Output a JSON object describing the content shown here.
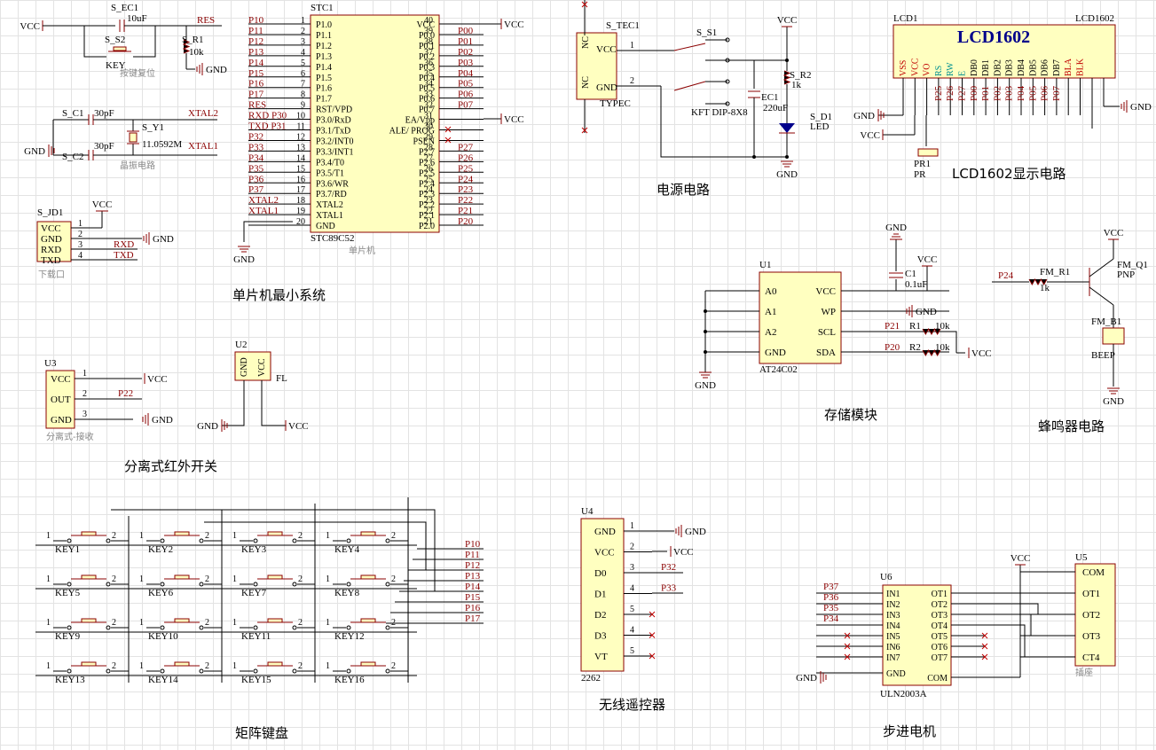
{
  "sections": {
    "mcu": "单片机最小系统",
    "power": "电源电路",
    "lcd": "LCD1602显示电路",
    "storage": "存储模块",
    "buzzer": "蜂鸣器电路",
    "ir": "分离式红外开关",
    "keypad": "矩阵键盘",
    "remote": "无线遥控器",
    "stepper": "步进电机"
  },
  "nets": {
    "vcc": "VCC",
    "gnd": "GND",
    "res": "RES",
    "xtal1": "XTAL1",
    "xtal2": "XTAL2",
    "rxd": "RXD",
    "txd": "TXD"
  },
  "reset": {
    "ec1": "S_EC1",
    "ec1_val": "10uF",
    "s2": "S_S2",
    "key": "KEY",
    "r1": "S_R1",
    "r1_val": "10k",
    "comment": "按键复位"
  },
  "crystal": {
    "c1": "S_C1",
    "c2": "S_C2",
    "cval": "30pF",
    "y1": "S_Y1",
    "yval": "11.0592M",
    "comment": "晶振电路"
  },
  "header": {
    "name": "S_JD1",
    "pins": [
      "VCC",
      "GND",
      "RXD",
      "TXD"
    ],
    "nums": [
      "1",
      "2",
      "3",
      "4"
    ],
    "comment": "下载口"
  },
  "mcu": {
    "name": "STC1",
    "part": "STC89C52",
    "comment": "单片机",
    "left_pins": [
      "P1.0",
      "P1.1",
      "P1.2",
      "P1.3",
      "P1.4",
      "P1.5",
      "P1.6",
      "P1.7",
      "RST/VPD",
      "P3.0/RxD",
      "P3.1/TxD",
      "P3.2/INT0",
      "P3.3/INT1",
      "P3.4/T0",
      "P3.5/T1",
      "P3.6/WR",
      "P3.7/RD",
      "XTAL2",
      "XTAL1",
      "GND"
    ],
    "left_nums": [
      "1",
      "2",
      "3",
      "4",
      "5",
      "6",
      "7",
      "8",
      "9",
      "10",
      "11",
      "12",
      "13",
      "14",
      "15",
      "16",
      "17",
      "18",
      "19",
      "20"
    ],
    "left_nets": [
      "P10",
      "P11",
      "P12",
      "P13",
      "P14",
      "P15",
      "P16",
      "P17",
      "RES",
      "RXD P30",
      "TXD P31",
      "P32",
      "P33",
      "P34",
      "P35",
      "P36",
      "P37",
      "XTAL2",
      "XTAL1",
      ""
    ],
    "right_pins": [
      "VCC",
      "P0.0",
      "P0.1",
      "P0.2",
      "P0.3",
      "P0.4",
      "P0.5",
      "P0.6",
      "P0.7",
      "EA/Vpp",
      "ALE/ PROG",
      "PSEN",
      "P2.7",
      "P2.6",
      "P2.5",
      "P2.4",
      "P2.3",
      "P2.2",
      "P2.1",
      "P2.0"
    ],
    "right_nums": [
      "40",
      "39",
      "38",
      "37",
      "36",
      "35",
      "34",
      "33",
      "32",
      "31",
      "30",
      "29",
      "28",
      "27",
      "26",
      "25",
      "24",
      "23",
      "22",
      "21"
    ],
    "right_nets": [
      "",
      "P00",
      "P01",
      "P02",
      "P03",
      "P04",
      "P05",
      "P06",
      "P07",
      "",
      "",
      "",
      "P27",
      "P26",
      "P25",
      "P24",
      "P23",
      "P22",
      "P21",
      "P20"
    ]
  },
  "power": {
    "tec": "S_TEC1",
    "typec": "TYPEC",
    "nc": "NC",
    "vcc": "VCC",
    "gnd": "GND",
    "s1": "S_S1",
    "kft": "KFT DIP-8X8",
    "r2": "S_R2",
    "r2_val": "1k",
    "ec1": "EC1",
    "ec1_val": "220uF",
    "d1": "S_D1",
    "led": "LED"
  },
  "lcd": {
    "name": "LCD1",
    "part": "LCD1602",
    "pins": [
      "VSS",
      "VCC",
      "VO",
      "RS",
      "RW",
      "E",
      "DB0",
      "DB1",
      "DB2",
      "DB3",
      "DB4",
      "DB5",
      "DB6",
      "DB7",
      "BLA",
      "BLK"
    ],
    "nets": [
      "",
      "",
      "",
      "P25",
      "P26",
      "P27",
      "P00",
      "P01",
      "P02",
      "P03",
      "P04",
      "P05",
      "P06",
      "P07",
      "",
      ""
    ],
    "pr1": "PR1",
    "pr": "PR"
  },
  "eeprom": {
    "name": "U1",
    "part": "AT24C02",
    "left": [
      "A0",
      "A1",
      "A2",
      "GND"
    ],
    "right": [
      "VCC",
      "WP",
      "SCL",
      "SDA"
    ],
    "c1": "C1",
    "c1_val": "0.1uF",
    "r1": "R1",
    "r2": "R2",
    "rval": "10k",
    "p21": "P21",
    "p20": "P20"
  },
  "buzzer": {
    "q1": "FM_Q1",
    "pnp": "PNP",
    "r1": "FM_R1",
    "r1_val": "1k",
    "b1": "FM_B1",
    "beep": "BEEP",
    "p24": "P24"
  },
  "ir": {
    "name": "U3",
    "pins": [
      "VCC",
      "OUT",
      "GND"
    ],
    "comment": "分离式-接收",
    "p22": "P22",
    "u2": "U2",
    "fl": "FL"
  },
  "keypad": {
    "keys": [
      "KEY1",
      "KEY2",
      "KEY3",
      "KEY4",
      "KEY5",
      "KEY6",
      "KEY7",
      "KEY8",
      "KEY9",
      "KEY10",
      "KEY11",
      "KEY12",
      "KEY13",
      "KEY14",
      "KEY15",
      "KEY16"
    ],
    "nets": [
      "P10",
      "P11",
      "P12",
      "P13",
      "P14",
      "P15",
      "P16",
      "P17"
    ]
  },
  "remote": {
    "name": "U4",
    "part": "2262",
    "pins": [
      "GND",
      "VCC",
      "D0",
      "D1",
      "D2",
      "D3",
      "VT"
    ],
    "nums": [
      "1",
      "2",
      "3",
      "4",
      "5",
      "4",
      "5"
    ],
    "nets": [
      "",
      "",
      "P32",
      "P33",
      "",
      "",
      ""
    ]
  },
  "stepper": {
    "u6": "U6",
    "part": "ULN2003A",
    "in": [
      "IN1",
      "IN2",
      "IN3",
      "IN4",
      "IN5",
      "IN6",
      "IN7",
      "GND"
    ],
    "out": [
      "OT1",
      "OT2",
      "OT3",
      "OT4",
      "OT5",
      "OT6",
      "OT7",
      "COM"
    ],
    "in_nets": [
      "P37",
      "P36",
      "P35",
      "P34"
    ],
    "u5": "U5",
    "conn": [
      "COM",
      "OT1",
      "OT2",
      "OT3",
      "CT4"
    ],
    "conn_comment": "插座"
  }
}
